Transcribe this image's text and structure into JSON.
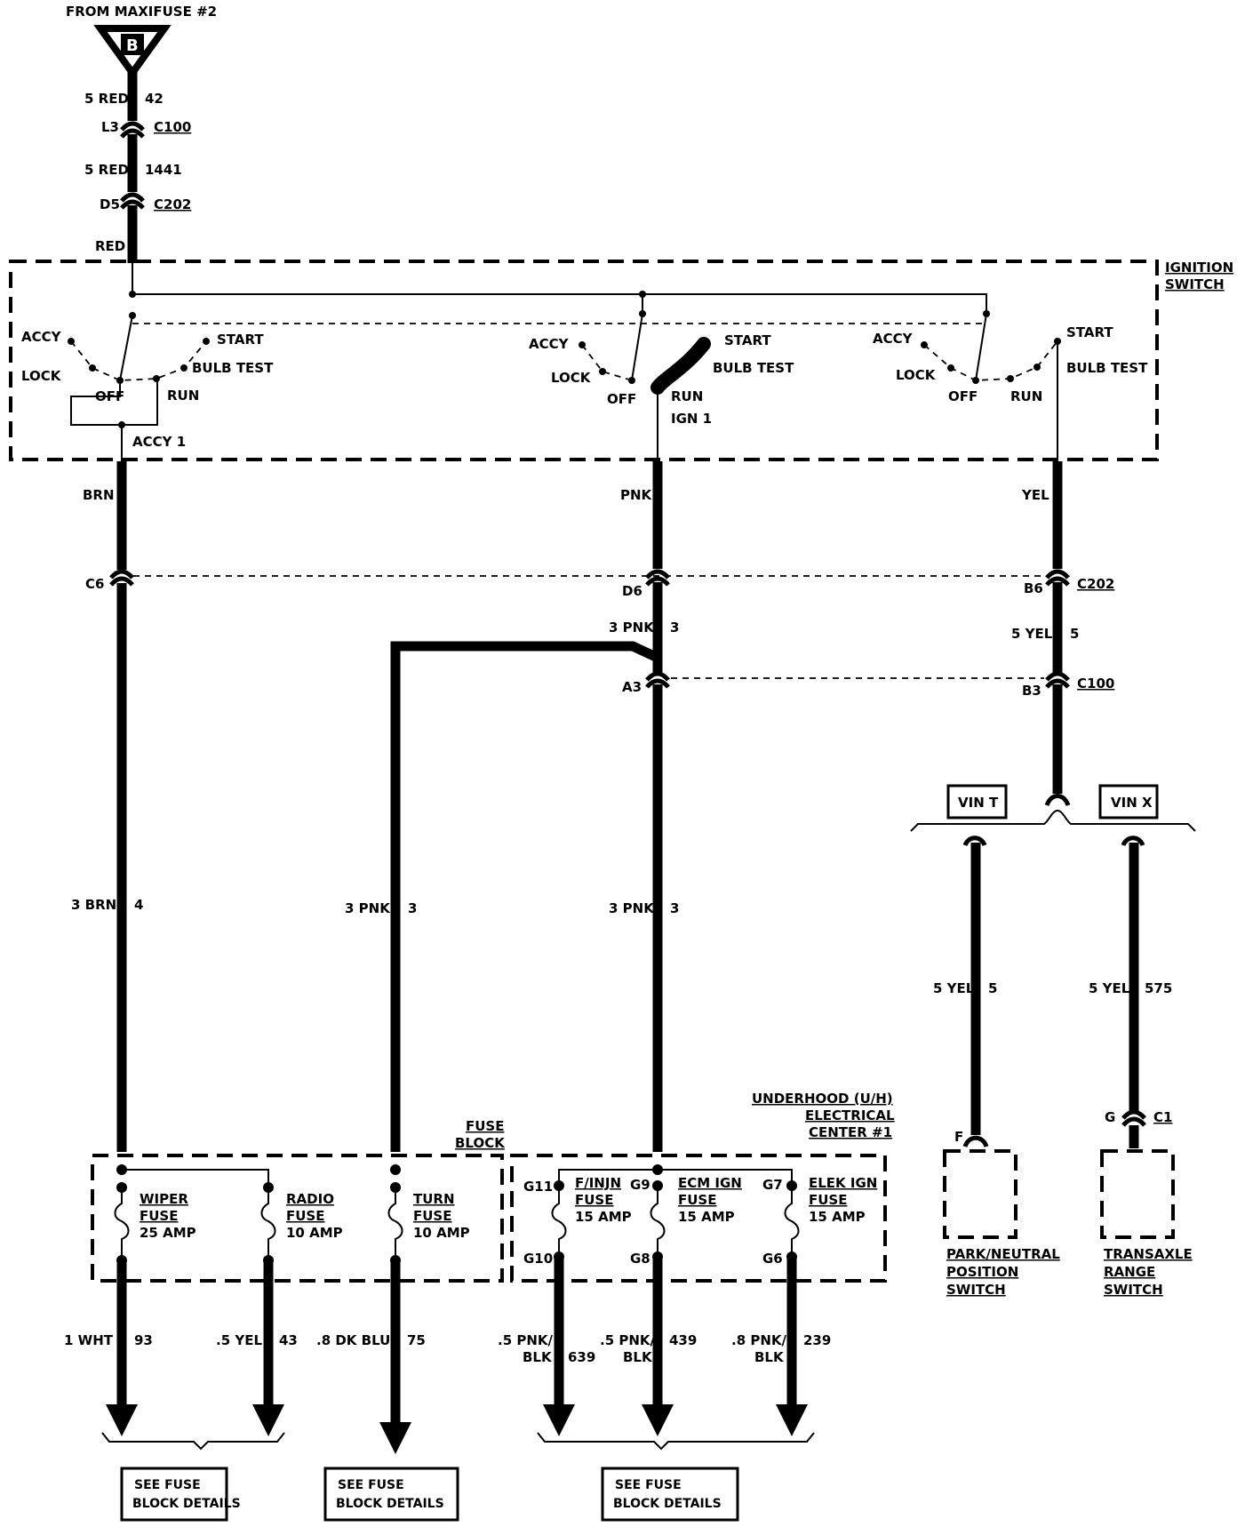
{
  "source": {
    "label": "FROM MAXIFUSE #2",
    "symbol": "B"
  },
  "wires": {
    "w_top1": {
      "a": "5 RED",
      "b": "42"
    },
    "w_top2": {
      "a": "5 RED",
      "b": "1441"
    },
    "w_top3": {
      "a": "RED"
    },
    "brn": "BRN",
    "pnk": "PNK",
    "yel": "YEL",
    "brn2": {
      "a": "3 BRN",
      "b": "4"
    },
    "pnk_split": {
      "a": "3 PNK",
      "b": "3"
    },
    "pnk_turn": {
      "a": "3 PNK",
      "b": "3"
    },
    "pnk_ecm": {
      "a": "3 PNK",
      "b": "3"
    },
    "yel_c": {
      "a": "5 YEL",
      "b": "5"
    },
    "yel_pn": {
      "a": "5 YEL",
      "b": "5"
    },
    "yel_tr": {
      "a": "5 YEL",
      "b": "575"
    },
    "out1": {
      "a": "1 WHT",
      "b": "93"
    },
    "out2": {
      "a": ".5 YEL",
      "b": "43"
    },
    "out3": {
      "a": ".8 DK BLU",
      "b": "75"
    },
    "out4": {
      "a1": ".5 PNK/",
      "a2": "BLK",
      "b": "639"
    },
    "out5": {
      "a1": ".5 PNK/",
      "a2": "BLK",
      "b": "439"
    },
    "out6": {
      "a1": ".8 PNK/",
      "a2": "BLK",
      "b": "239"
    }
  },
  "connectors": {
    "L3": "L3",
    "C100": "C100",
    "D5": "D5",
    "C202": "C202",
    "C6": "C6",
    "D6": "D6",
    "B6": "B6",
    "C202b": "C202",
    "A3": "A3",
    "B3": "B3",
    "C100b": "C100",
    "F": "F",
    "G": "G",
    "C1": "C1"
  },
  "ignition_switch": {
    "title1": "IGNITION",
    "title2": "SWITCH",
    "sw1": {
      "accy": "ACCY",
      "lock": "LOCK",
      "off": "OFF",
      "run": "RUN",
      "start": "START",
      "bulb": "BULB TEST",
      "out": "ACCY 1"
    },
    "sw2": {
      "accy": "ACCY",
      "lock": "LOCK",
      "off": "OFF",
      "run": "RUN",
      "start": "START",
      "bulb": "BULB TEST",
      "out": "IGN 1"
    },
    "sw3": {
      "accy": "ACCY",
      "lock": "LOCK",
      "off": "OFF",
      "run": "RUN",
      "start": "START",
      "bulb": "BULB TEST"
    }
  },
  "vin": {
    "t": "VIN T",
    "x": "VIN X"
  },
  "fuse_block": {
    "title1": "FUSE",
    "title2": "BLOCK",
    "wiper": {
      "n1": "WIPER",
      "n2": "FUSE",
      "amp": "25 AMP"
    },
    "radio": {
      "n1": "RADIO",
      "n2": "FUSE",
      "amp": "10 AMP"
    },
    "turn": {
      "n1": "TURN",
      "n2": "FUSE",
      "amp": "10 AMP"
    }
  },
  "uh_center": {
    "title1": "UNDERHOOD (U/H)",
    "title2": "ELECTRICAL",
    "title3": "CENTER #1",
    "finj": {
      "n1": "F/INJN",
      "n2": "FUSE",
      "amp": "15 AMP",
      "in": "G11",
      "out": "G10"
    },
    "ecm": {
      "n1": "ECM IGN",
      "n2": "FUSE",
      "amp": "15 AMP",
      "in": "G9",
      "out": "G8"
    },
    "elek": {
      "n1": "ELEK IGN",
      "n2": "FUSE",
      "amp": "15 AMP",
      "in": "G7",
      "out": "G6"
    }
  },
  "components": {
    "pn": {
      "l1": "PARK/NEUTRAL",
      "l2": "POSITION",
      "l3": "SWITCH"
    },
    "tr": {
      "l1": "TRANSAXLE",
      "l2": "RANGE",
      "l3": "SWITCH"
    }
  },
  "see_boxes": [
    {
      "l1": "SEE FUSE",
      "l2": "BLOCK DETAILS"
    },
    {
      "l1": "SEE FUSE",
      "l2": "BLOCK DETAILS"
    },
    {
      "l1": "SEE FUSE",
      "l2": "BLOCK DETAILS"
    }
  ]
}
